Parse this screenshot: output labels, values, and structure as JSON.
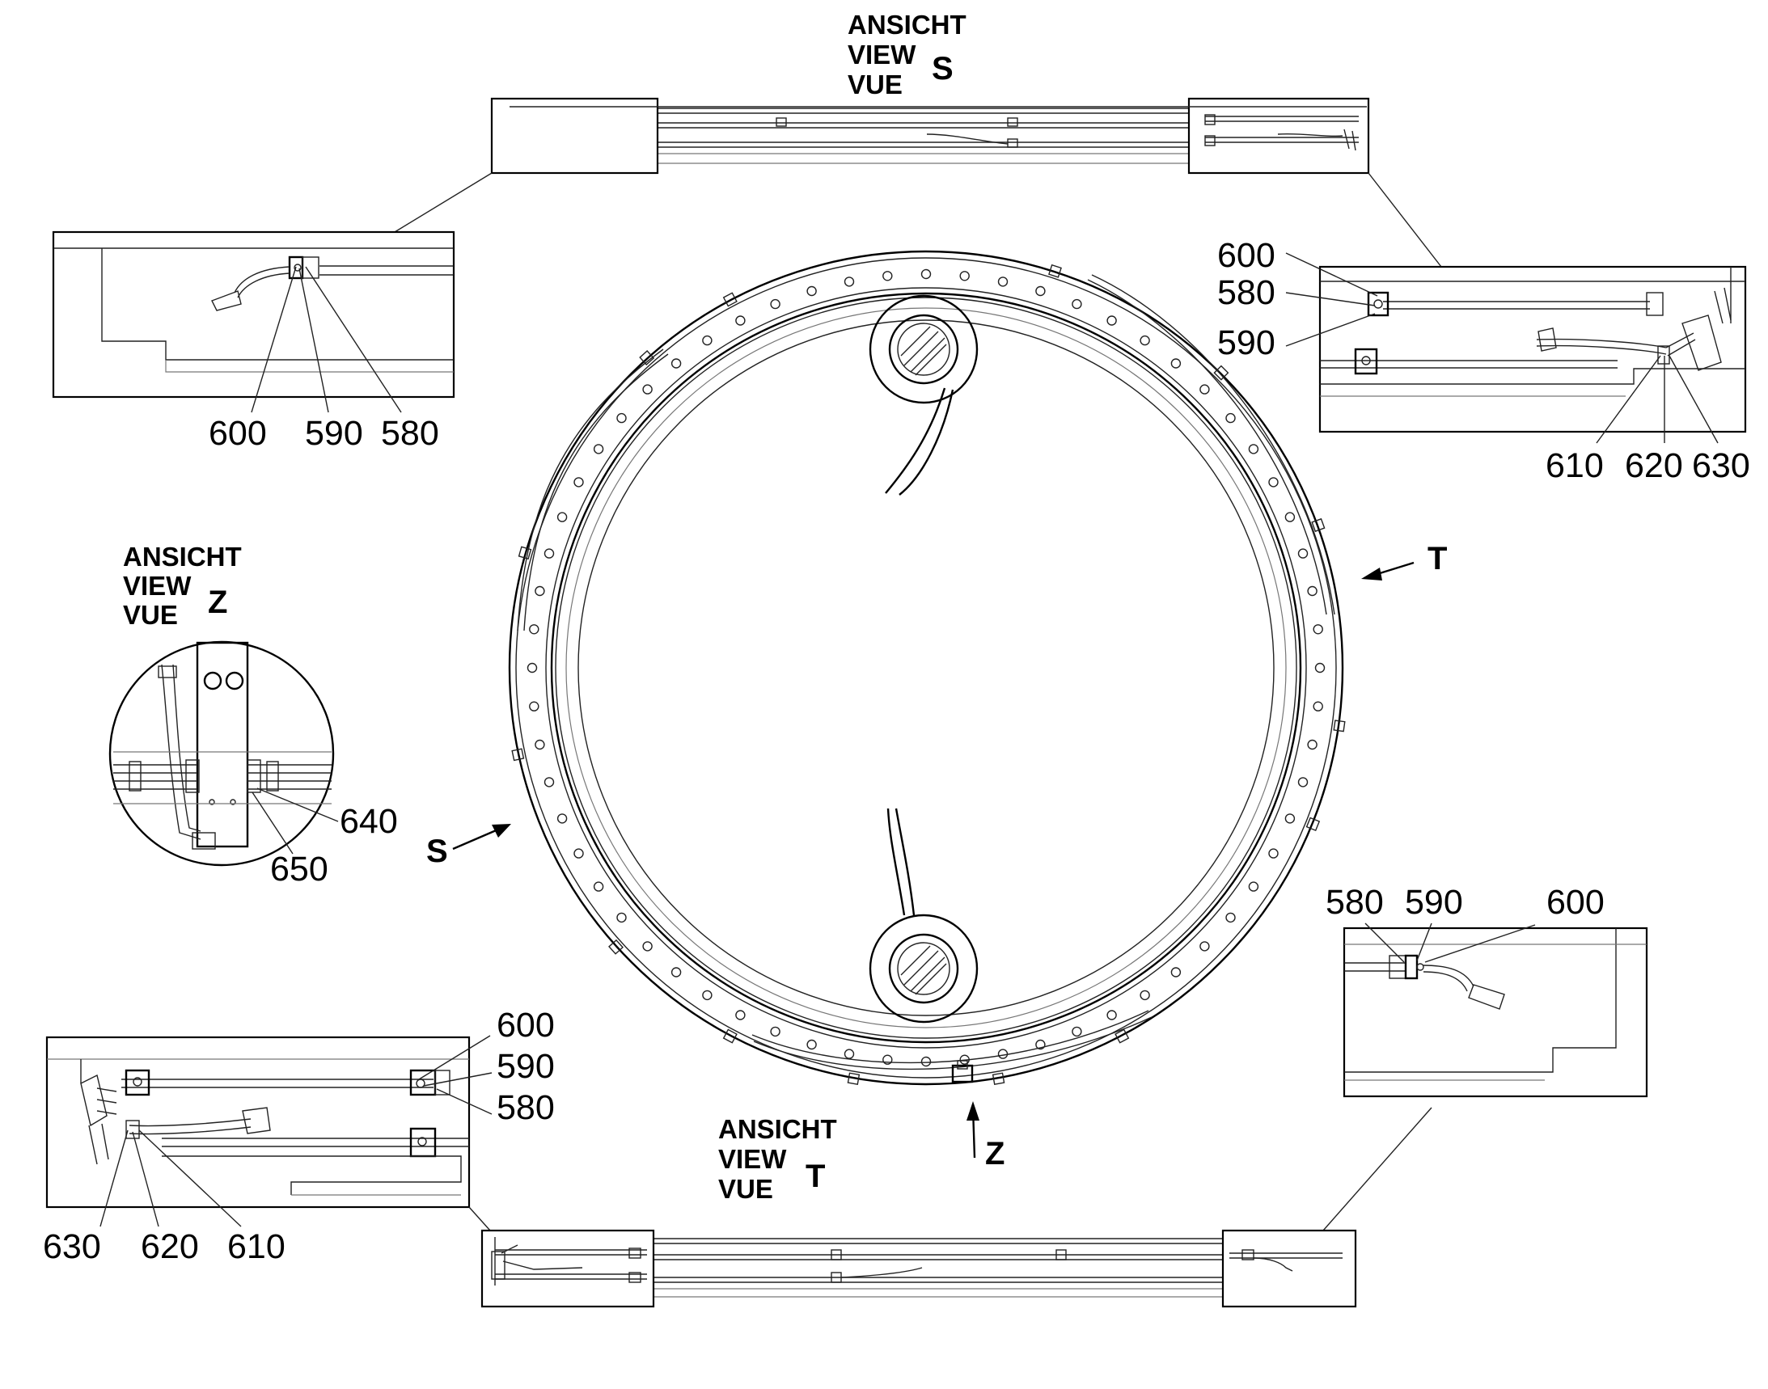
{
  "drawing": {
    "background": "#ffffff",
    "line_color": "#000000",
    "views": {
      "s": {
        "words": [
          "ANSICHT",
          "VIEW",
          "VUE"
        ],
        "letter": "S"
      },
      "z": {
        "words": [
          "ANSICHT",
          "VIEW",
          "VUE"
        ],
        "letter": "Z"
      },
      "t": {
        "words": [
          "ANSICHT",
          "VIEW",
          "VUE"
        ],
        "letter": "T"
      }
    },
    "arrows": {
      "s": "S",
      "t": "T",
      "z": "Z"
    },
    "callouts": {
      "top_left": [
        "600",
        "590",
        "580"
      ],
      "top_right_upper": [
        "600",
        "580",
        "590"
      ],
      "top_right_lower": [
        "610",
        "620",
        "630"
      ],
      "view_z": [
        "640",
        "650"
      ],
      "bottom_right": [
        "580",
        "590",
        "600"
      ],
      "bottom_left_upper": [
        "600",
        "590",
        "580"
      ],
      "bottom_left_lower": [
        "630",
        "620",
        "610"
      ]
    }
  }
}
